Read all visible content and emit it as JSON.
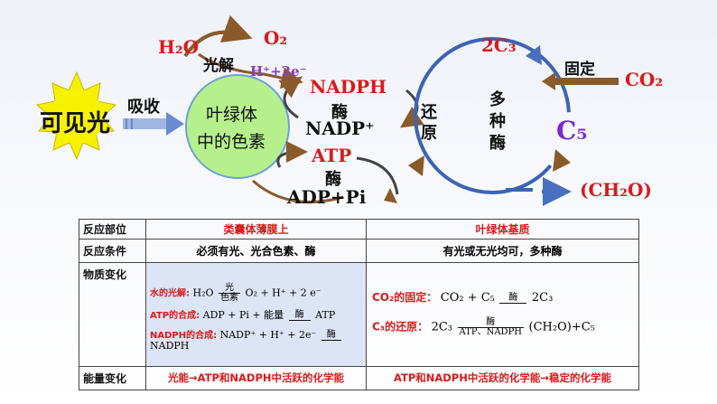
{
  "diagram": {
    "light": "可见光",
    "absorb": "吸收",
    "pigment_line1": "叶绿体",
    "pigment_line2": "中的色素",
    "h2o": "H₂O",
    "photolysis": "光解",
    "o2": "O₂",
    "h_e": "H⁺+2e⁻",
    "nadph": "NADPH",
    "enzyme1": "酶",
    "nadp": "NADP⁺",
    "atp": "ATP",
    "enzyme2": "酶",
    "adp_pi": "ADP+Pi",
    "reduce_1": "还",
    "reduce_2": "原",
    "multi_1": "多",
    "multi_2": "种",
    "multi_3": "酶",
    "c3": "2C₃",
    "fix": "固定",
    "co2": "CO₂",
    "c5": "C₅",
    "ch2o": "(CH₂O)"
  },
  "table": {
    "headers": [
      "反应部位",
      "类囊体薄膜上",
      "叶绿体基质"
    ],
    "conditions": [
      "反应条件",
      "必须有光、光合色素、酶",
      "有光或无光均可，多种酶"
    ],
    "material": {
      "label": "物质变化",
      "left": {
        "water_label": "水的光解:",
        "water_lhs": "H₂O",
        "water_top": "光",
        "water_bot": "色素",
        "water_rhs": "O₂ + H⁺ + 2 e⁻",
        "atp_label": "ATP的合成:",
        "atp_lhs": "ADP + Pi + 能量",
        "atp_top": "酶",
        "atp_rhs": "ATP",
        "nadph_label": "NADPH的合成:",
        "nadph_lhs": "NADP⁺ + H⁺ + 2e⁻",
        "nadph_top": "酶",
        "nadph_rhs": "NADPH"
      },
      "right": {
        "co2_label": "CO₂的固定：",
        "co2_lhs": "CO₂ + C₅",
        "co2_top": "酶",
        "co2_rhs": "2C₃",
        "c3_label": "C₃的还原：",
        "c3_lhs": "2C₃",
        "c3_top": "酶",
        "c3_bot": "ATP、NADPH",
        "c3_rhs": "(CH₂O)+C₅"
      }
    },
    "energy": [
      "能量变化",
      "光能→ATP和NADPH中活跃的化学能",
      "ATP和NADPH中活跃的化学能→稳定的化学能"
    ]
  },
  "colors": {
    "red": "#d91a1a",
    "arrow": "#8b5a2b",
    "circle_fill": "#b6f08c",
    "sun": "#f6f000",
    "cycle": "#3d63b5"
  }
}
